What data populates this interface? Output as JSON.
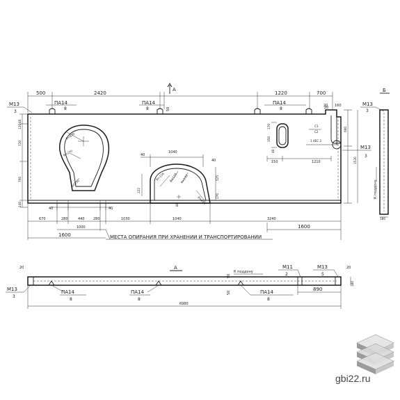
{
  "top_dims": {
    "d500": "500",
    "d2420": "2420",
    "d50": "50",
    "d1220": "1220",
    "d700": "700",
    "d20": "20",
    "d160": "160"
  },
  "section_marks": {
    "a": "A",
    "b": "Б"
  },
  "mark_m13": "M13",
  "mark_m13_qty": "3",
  "mark_pa14": "ПА14",
  "mark_pa14_qty": "8",
  "mark_m11": "M11",
  "mark_m11_qty": "2",
  "mark_m13_5_qty": "5",
  "left_dims": {
    "d40": "40",
    "d120": "120",
    "d770": "720",
    "d760": "760",
    "d140": "140"
  },
  "right_dims": {
    "d600": "600",
    "d1520": "1520",
    "d160": "160",
    "d20": "20",
    "d180": "180"
  },
  "hole_texts": {
    "r635": "R=635",
    "r270": "R=270",
    "r250": "R=250",
    "d1040": "1040",
    "d40": "40",
    "d40b": "40",
    "d40c": "40",
    "r116": "R=116",
    "r120": "R=120",
    "r130": "R=130",
    "d222": "222",
    "d525": "525",
    "d270": "270",
    "d80": "80",
    "d50": "50",
    "d210": "210",
    "d150": "150",
    "d1210": "1210",
    "d40d": "40",
    "rr": "R=200"
  },
  "small_opening": {
    "d170": "170",
    "d350": "350",
    "d40": "40",
    "c1": "C1",
    "c1b": "C2",
    "weld": "1 4ЕС 2"
  },
  "bottom_dims": {
    "d670": "670",
    "d280": "280",
    "d440": "440",
    "d280b": "280",
    "d1030": "1030",
    "d1040": "1040",
    "d3240": "3240",
    "d1000": "1000",
    "d1600": "1600",
    "d1600b": "1600",
    "d40": "40",
    "d40b": "40"
  },
  "support_label": "МЕСТА ОПИРАНИЯ ПРИ ХРАНЕНИИ И ТРАНСПОРТИРОВАНИИ",
  "k_poddonu": "К поддону",
  "k_poddonu2": "К поддону",
  "section_a": {
    "title": "А",
    "d20": "20",
    "d20b": "20",
    "d90": "90",
    "d50": "50",
    "d180": "180",
    "d890": "890",
    "d6980": "6980"
  },
  "site": "gbi22.ru"
}
